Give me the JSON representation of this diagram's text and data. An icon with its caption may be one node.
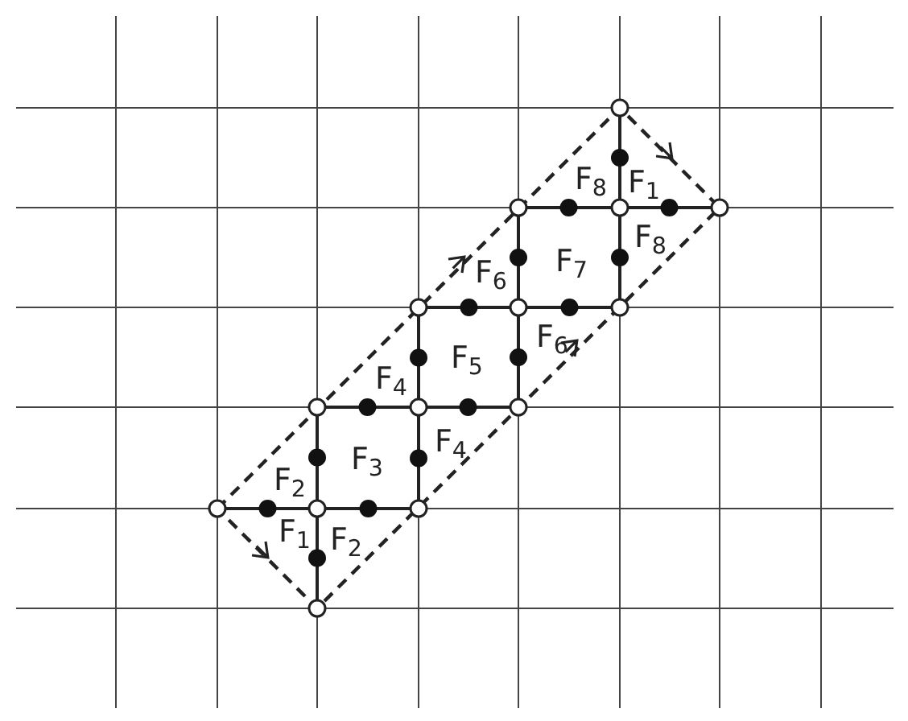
{
  "diagram": {
    "labels": [
      "F$_{8}$",
      "F$_{1}$",
      "F$_{7}$",
      "F$_{8}$",
      "F$_{6}$",
      "F$_{5}$",
      "F$_{6}$",
      "F$_{4}$",
      "F$_{3}$",
      "F$_{4}$",
      "F$_{2}$",
      "F$_{1}$",
      "F$_{2}$"
    ]
  }
}
